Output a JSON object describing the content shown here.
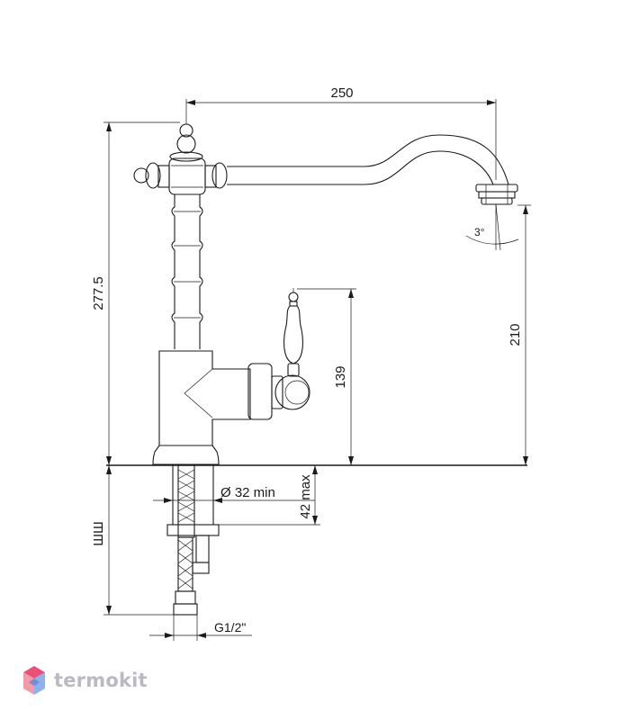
{
  "dimensions": {
    "spout_reach": "250",
    "total_height": "277.5",
    "spout_height": "210",
    "handle_height": "139",
    "hole_diameter": "Ø 32 min",
    "deck_thickness": "42 max",
    "connection": "G1/2\"",
    "spout_angle": "3°",
    "hose_length": "ШШ"
  },
  "brand": {
    "name": "termokit",
    "logo_colors": [
      "#e8507a",
      "#f39aa8",
      "#8fb2e8",
      "#5b7fd1"
    ]
  }
}
